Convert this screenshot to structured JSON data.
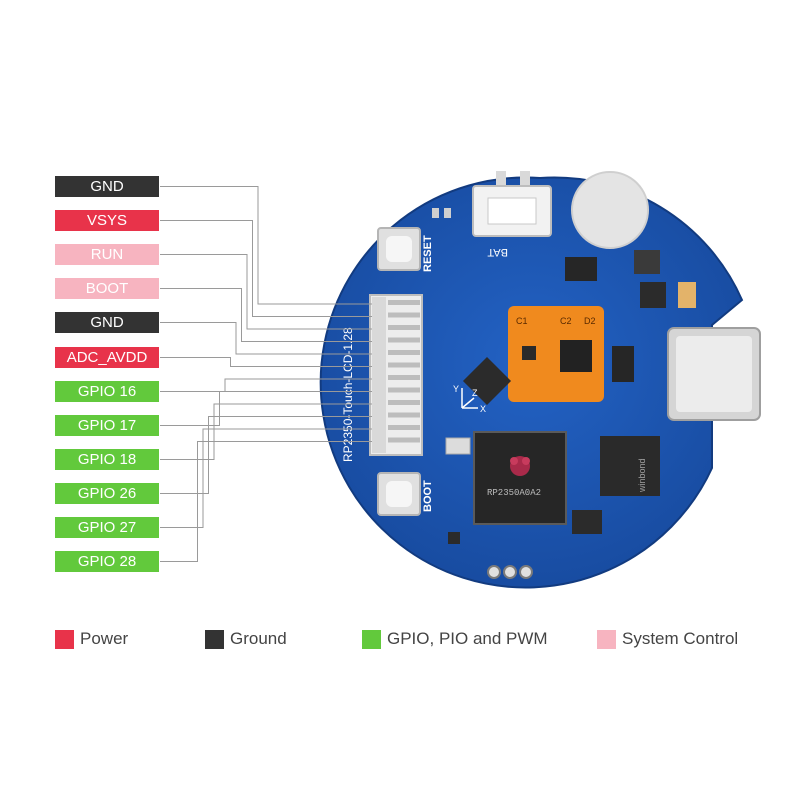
{
  "board": {
    "name_silk": "RP2350-Touch-LCD-1.28",
    "reset_silk": "RESET",
    "boot_silk": "BOOT",
    "bat_silk": "BAT",
    "chip_text": "RP2350A0A2",
    "flash_text": "winbond",
    "axis_x": "X",
    "axis_y": "Y",
    "axis_z": "Z",
    "cap_c1": "C1",
    "cap_c2": "C2",
    "cap_d2": "D2"
  },
  "pins": [
    {
      "label": "GND",
      "group": "ground"
    },
    {
      "label": "VSYS",
      "group": "power"
    },
    {
      "label": "RUN",
      "group": "system"
    },
    {
      "label": "BOOT",
      "group": "system"
    },
    {
      "label": "GND",
      "group": "ground"
    },
    {
      "label": "ADC_AVDD",
      "group": "power"
    },
    {
      "label": "GPIO 16",
      "group": "gpio"
    },
    {
      "label": "GPIO 17",
      "group": "gpio"
    },
    {
      "label": "GPIO 18",
      "group": "gpio"
    },
    {
      "label": "GPIO 26",
      "group": "gpio"
    },
    {
      "label": "GPIO 27",
      "group": "gpio"
    },
    {
      "label": "GPIO 28",
      "group": "gpio"
    }
  ],
  "legend": [
    {
      "label": "Power",
      "group": "power"
    },
    {
      "label": "Ground",
      "group": "ground"
    },
    {
      "label": "GPIO, PIO and PWM",
      "group": "gpio"
    },
    {
      "label": "System Control",
      "group": "system"
    }
  ],
  "colors": {
    "power": "#e8334a",
    "ground": "#333333",
    "gpio": "#62c93c",
    "system": "#f7b4c0",
    "pcb": "#1a55b0",
    "leader_line": "#9a9a9a"
  }
}
